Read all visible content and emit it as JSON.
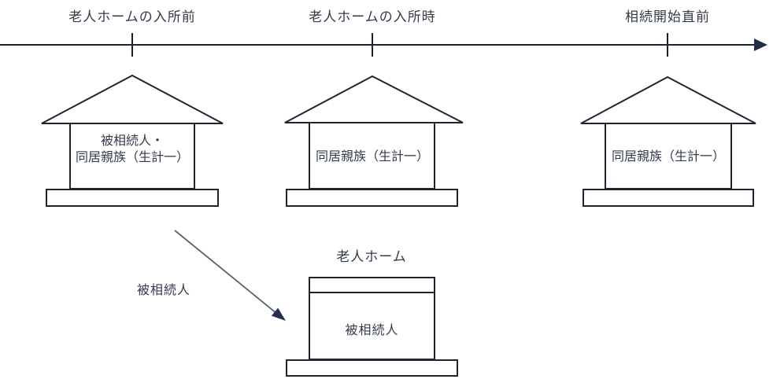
{
  "colors": {
    "outline": "#1f2530",
    "text": "#333b49",
    "timeline": "#1c2330",
    "timeline_arrowhead": "#222c44",
    "move_arrow_line": "#5b6270",
    "move_arrow_head": "#22304e",
    "background": "#ffffff"
  },
  "timeline": {
    "milestones": [
      {
        "label": "老人ホームの入所前"
      },
      {
        "label": "老人ホームの入所時"
      },
      {
        "label": "相続開始直前"
      }
    ]
  },
  "houses": [
    {
      "lines": [
        "被相続人・",
        "同居親族（生計一）"
      ]
    },
    {
      "lines": [
        "同居親族（生計一）"
      ]
    },
    {
      "lines": [
        "同居親族（生計一）"
      ]
    }
  ],
  "move": {
    "arrow_label": "被相続人"
  },
  "nursing_home": {
    "title": "老人ホーム",
    "occupant": "被相続人"
  }
}
